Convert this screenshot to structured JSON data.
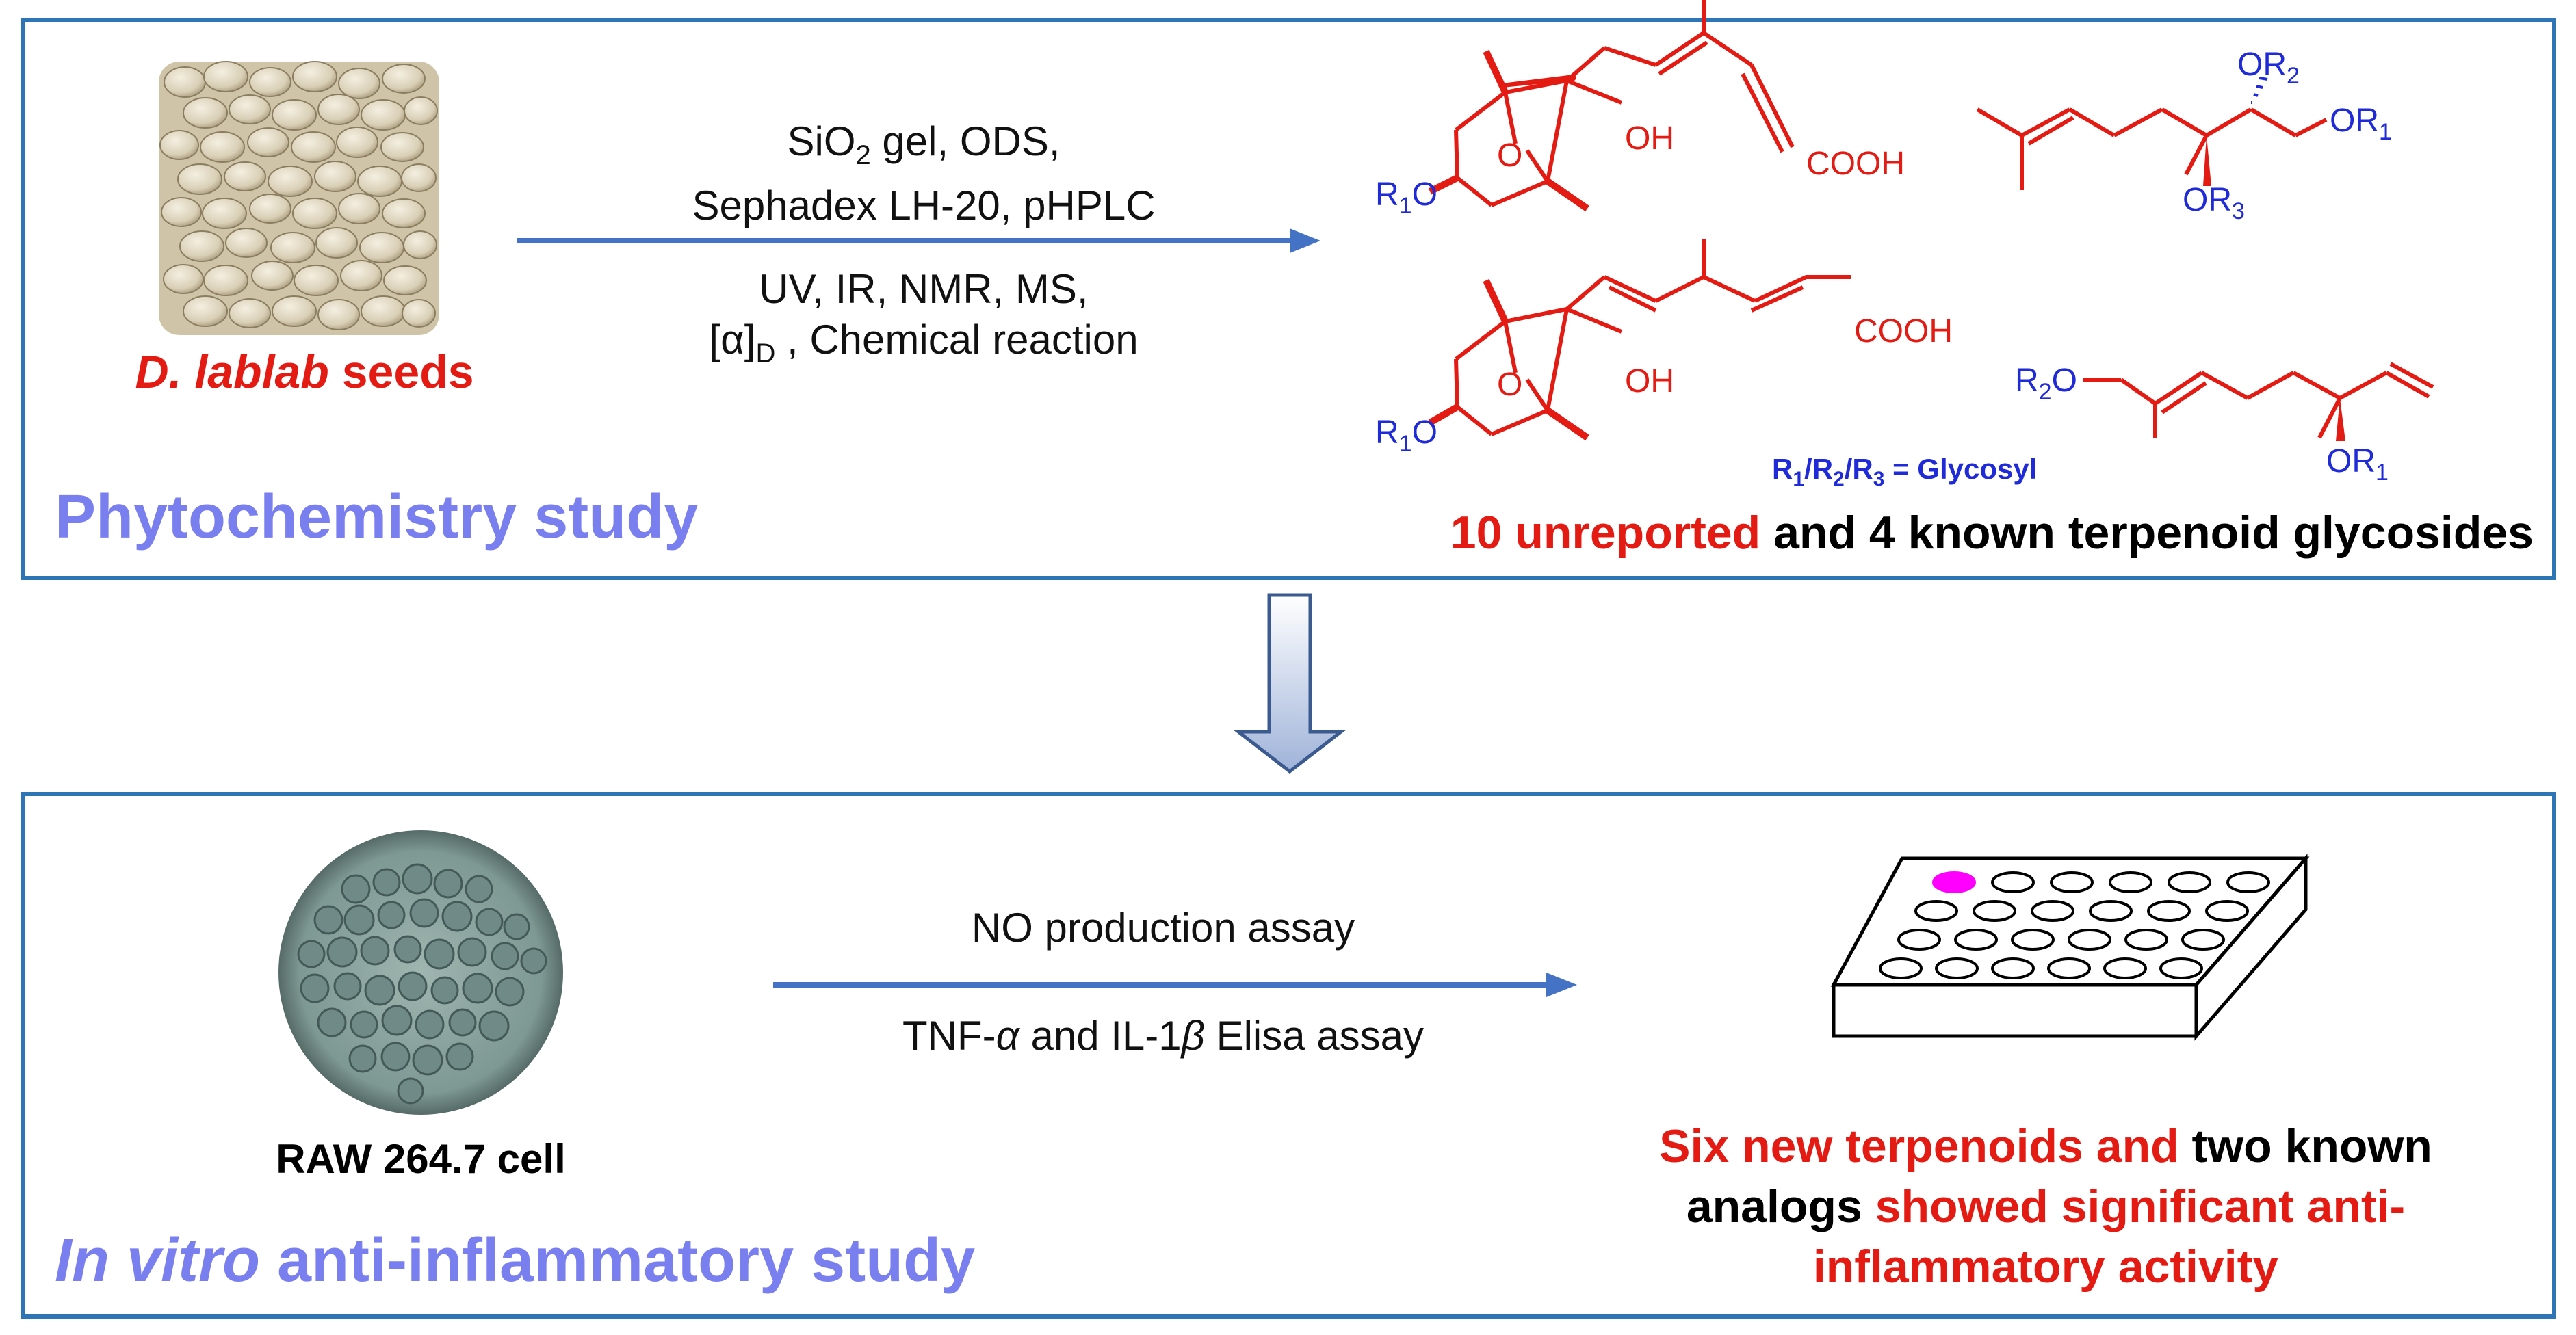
{
  "top_panel": {
    "source_label_italic": "D. lablab",
    "source_label_rest": " seeds",
    "isolation_line1_a": "SiO",
    "isolation_line1_sub": "2",
    "isolation_line1_b": " gel, ODS,",
    "isolation_line2": "Sephadex LH-20, pHPLC",
    "elucidation_line1": "UV, IR, NMR, MS,",
    "elucidation_line2_a": "[α]",
    "elucidation_line2_sub": "D",
    "elucidation_line2_b": " , Chemical reaction",
    "section_title": "Phytochemistry study",
    "result_red": "10 unreported",
    "result_black": " and 4 known terpenoid glycosides",
    "glycosyl_note": "R1/R2/R3 = Glycosyl"
  },
  "bottom_panel": {
    "cell_label": "RAW 264.7 cell",
    "assay_line1": "NO production assay",
    "assay_line2_a": "TNF-",
    "assay_line2_alpha": "α",
    "assay_line2_b": " and IL-1",
    "assay_line2_beta": "β",
    "assay_line2_c": " Elisa assay",
    "section_title_italic": "In vitro",
    "section_title_rest": " anti-inflammatory study",
    "conclusion_line1_red": "Six new terpenoids and",
    "conclusion_line1_black": " two known",
    "conclusion_line2_black": "analogs ",
    "conclusion_line2_red": "showed significant anti-",
    "conclusion_line3_red": "inflammatory activity"
  },
  "chem_labels": {
    "oh": "OH",
    "o": "O",
    "cooh": "COOH",
    "r1o": "R1O",
    "r2o": "R2O",
    "or1": "OR1",
    "or2": "OR2",
    "or3": "OR3"
  },
  "colors": {
    "border": "#2e75b6",
    "arrow": "#4472c4",
    "title": "#7a7fef",
    "accent_red": "#e41b13",
    "chem_red": "#e41b13",
    "chem_blue": "#1f2ad8",
    "well_highlight": "#ff00ff"
  }
}
